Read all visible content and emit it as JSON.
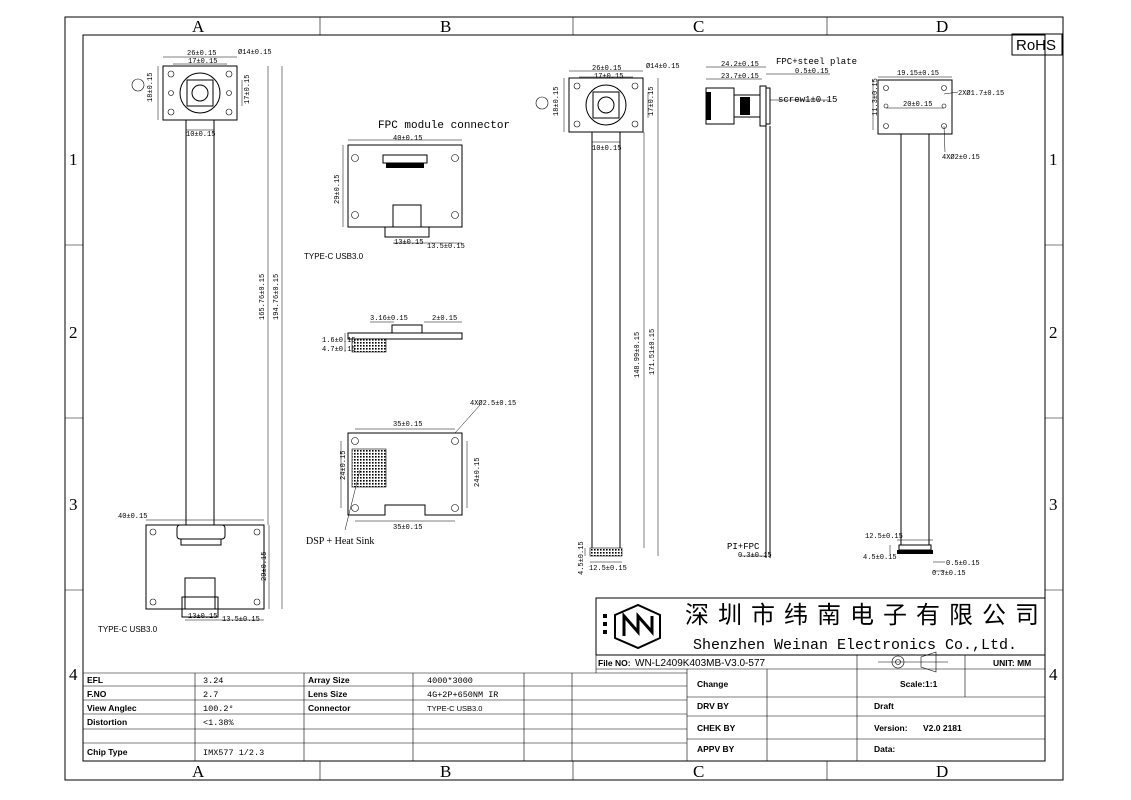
{
  "zones": {
    "columns": [
      "A",
      "B",
      "C",
      "D"
    ],
    "rows": [
      "1",
      "2",
      "3",
      "4"
    ]
  },
  "rohs": "RoHS",
  "front": {
    "w26": "26±0.15",
    "d14": "Ø14±0.15",
    "w17": "17±0.15",
    "h18": "18±0.15",
    "h17": "17±0.15",
    "w10": "10±0.15",
    "l165": "165.76±0.15",
    "l194": "194.76±0.15",
    "w40": "40±0.15",
    "h29": "29±0.15",
    "w13": "13±0.15",
    "w13_5": "13.5±0.15",
    "typec": "TYPE-C USB3.0"
  },
  "fpc_top": {
    "title": "FPC module connector",
    "w40": "40±0.15",
    "h29": "29±0.15",
    "w13": "13±0.15",
    "w13_5": "13.5±0.15",
    "typec": "TYPE-C USB3.0"
  },
  "fpc_side": {
    "w3_16": "3.16±0.15",
    "w2": "2±0.15",
    "h1_6": "1.6±0.15",
    "h4_7": "4.7±0.15"
  },
  "fpc_bottom": {
    "holes": "4XØ2.5±0.15",
    "w35_top": "35±0.15",
    "h24_l": "24±0.15",
    "h24_r": "24±0.15",
    "w35_bot": "35±0.15",
    "dsp": "DSP + Heat Sink"
  },
  "cam_front": {
    "w26": "26±0.15",
    "d14": "Ø14±0.15",
    "w17": "17±0.15",
    "h18": "18±0.15",
    "h17": "17±0.15",
    "w10": "10±0.15",
    "l148": "148.99±0.15",
    "l171": "171.51±0.15",
    "h4_5": "4.5±0.15",
    "w12_5": "12.5±0.15"
  },
  "cam_side": {
    "fpc_steel": "FPC+steel plate",
    "w24_2": "24.2±0.15",
    "w23_7": "23.7±0.15",
    "t0_5": "0.5±0.15",
    "screw": "screw1±0.15",
    "pi_fpc": "PI+FPC",
    "t0_3": "0.3±0.15"
  },
  "cam_back": {
    "w19_15": "19.15±0.15",
    "h11_3": "11.3±0.15",
    "w20": "20±0.15",
    "d1_7": "2XØ1.7±0.15",
    "d2": "4XØ2±0.15",
    "w12_5": "12.5±0.15",
    "h4_5": "4.5±0.15",
    "t0_5": "0.5±0.15",
    "t0_3": "0.3±0.15"
  },
  "title_block": {
    "company_cn": "深圳市纬南电子有限公司",
    "company_en": "Shenzhen Weinan Electronics Co.,Ltd.",
    "file_no_label": "File NO:",
    "file_no": "WN-L2409K403MB-V3.0-577",
    "unit": "UNIT: MM",
    "scale": "Scale:1:1",
    "change": "Change",
    "drv_by": "DRV BY",
    "chek_by": "CHEK BY",
    "appv_by": "APPV BY",
    "draft": "Draft",
    "version_label": "Version:",
    "version": "V2.0 2181",
    "data_label": "Data:"
  },
  "specs": {
    "left": [
      {
        "label": "EFL",
        "value": "3.24"
      },
      {
        "label": "F.NO",
        "value": "2.7"
      },
      {
        "label": "View Anglec",
        "value": "100.2°"
      },
      {
        "label": "Distortion",
        "value": "<1.38%"
      },
      {
        "label": "",
        "value": ""
      },
      {
        "label": "Chip Type",
        "value": "IMX577 1/2.3"
      }
    ],
    "right": [
      {
        "label": "Array Size",
        "value": "4000*3000"
      },
      {
        "label": "Lens Size",
        "value": "4G+2P+650NM IR"
      },
      {
        "label": "Connector",
        "value": "TYPE-C USB3.0"
      }
    ]
  }
}
